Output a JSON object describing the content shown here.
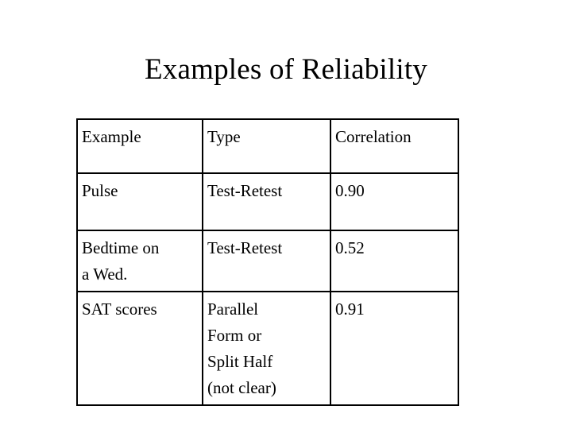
{
  "slide": {
    "title": "Examples of Reliability",
    "background_color": "#ffffff",
    "text_color": "#000000",
    "border_color": "#000000"
  },
  "table": {
    "columns": [
      {
        "key": "example",
        "header": "Example"
      },
      {
        "key": "type",
        "header": "Type"
      },
      {
        "key": "correlation",
        "header": "Correlation"
      }
    ],
    "rows": [
      {
        "example": "Pulse",
        "type": "Test-Retest",
        "correlation": "0.90"
      },
      {
        "example": "Bedtime on\na Wed.",
        "type": "Test-Retest",
        "correlation": "0.52"
      },
      {
        "example": "SAT scores",
        "type": "Parallel\nForm or\nSplit Half\n(not clear)",
        "correlation": "0.91"
      }
    ]
  }
}
